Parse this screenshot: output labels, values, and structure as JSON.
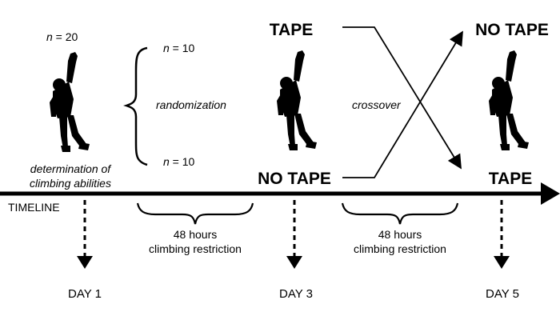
{
  "start_group": {
    "n_label_n": "n",
    "n_label_rest": " = 20"
  },
  "determination": {
    "line1": "determination of",
    "line2": "climbing abilities"
  },
  "randomization": {
    "label": "randomization",
    "top_n": "n",
    "top_rest": " = 10",
    "bottom_n": "n",
    "bottom_rest": " = 10"
  },
  "phase1": {
    "top": "TAPE",
    "bottom": "NO TAPE"
  },
  "crossover": {
    "label": "crossover"
  },
  "phase2": {
    "top": "NO TAPE",
    "bottom": "TAPE"
  },
  "timeline": {
    "label": "TIMELINE"
  },
  "restrictions": [
    {
      "line1": "48 hours",
      "line2": "climbing restriction"
    },
    {
      "line1": "48 hours",
      "line2": "climbing restriction"
    }
  ],
  "days": [
    "DAY 1",
    "DAY 3",
    "DAY 5"
  ],
  "colors": {
    "ink": "#000000",
    "background": "#ffffff"
  },
  "icons": [
    "climber-silhouette-icon",
    "curly-brace-icon",
    "crossover-arrows-icon",
    "dashed-down-arrow-icon"
  ]
}
